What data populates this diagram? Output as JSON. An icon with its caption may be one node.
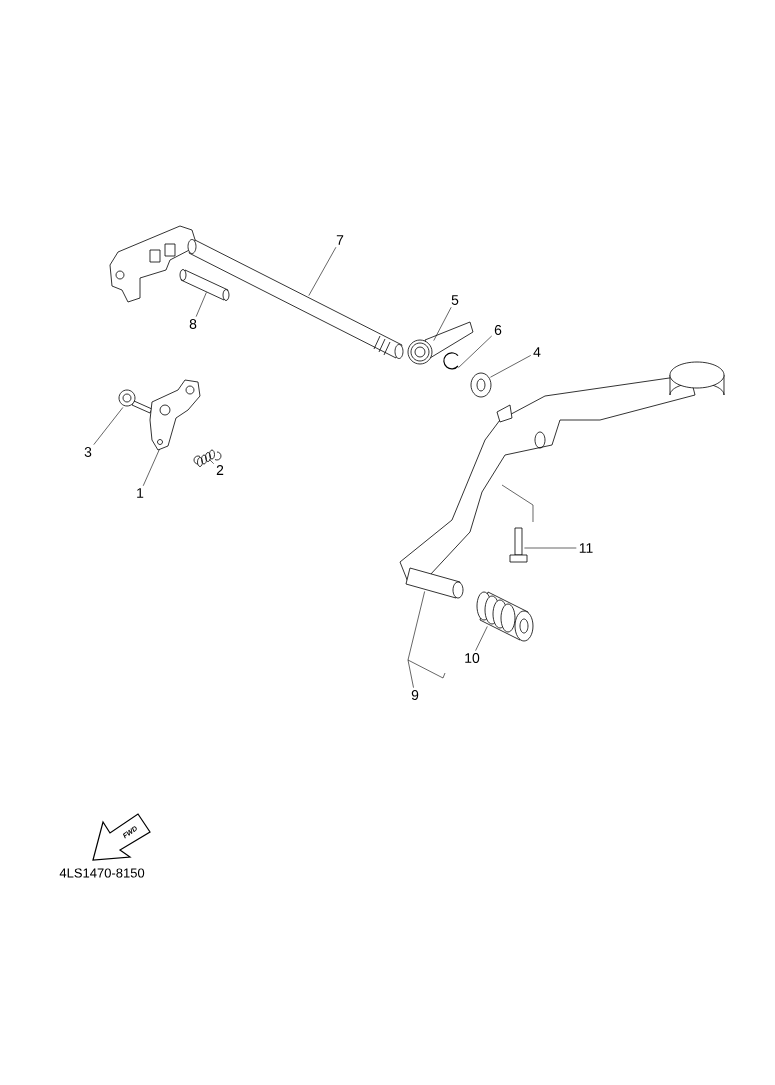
{
  "diagram": {
    "nodes": [
      {
        "text": [
          "7"
        ]
      },
      {
        "text": [],
        "shape": "picture"
      },
      {
        "text": [
          "8"
        ]
      },
      {
        "text": [],
        "shape": "picture"
      },
      {
        "text": [
          "5"
        ]
      },
      {
        "text": [],
        "shape": "picture"
      },
      {
        "text": [
          "6"
        ]
      },
      {
        "text": [],
        "shape": "picture"
      },
      {
        "text": [
          "4"
        ]
      },
      {
        "text": [],
        "shape": "picture"
      },
      {
        "text": [
          "3"
        ]
      },
      {
        "text": [],
        "shape": "picture"
      },
      {
        "text": [
          "1"
        ]
      },
      {
        "text": [],
        "shape": "picture"
      },
      {
        "text": [
          "2"
        ]
      },
      {
        "text": [],
        "shape": "picture"
      },
      {
        "text": [
          "11"
        ]
      },
      {
        "text": [],
        "shape": "picture"
      },
      {
        "text": [
          "9"
        ]
      },
      {
        "text": [],
        "shape": "picture"
      },
      {
        "text": [
          "10"
        ]
      },
      {
        "text": [],
        "shape": "picture"
      }
    ],
    "edges": [
      {
        "from": 0,
        "to": 1,
        "arrow": "none"
      },
      {
        "from": 2,
        "to": 3,
        "arrow": "none"
      },
      {
        "from": 4,
        "to": 5,
        "arrow": "none"
      },
      {
        "from": 6,
        "to": 7,
        "arrow": "none"
      },
      {
        "from": 8,
        "to": 9,
        "arrow": "none"
      },
      {
        "from": 10,
        "to": 11,
        "arrow": "none"
      },
      {
        "from": 12,
        "to": 13,
        "arrow": "none"
      },
      {
        "from": 14,
        "to": 15,
        "arrow": "none"
      },
      {
        "from": 16,
        "to": 17,
        "arrow": "none"
      },
      {
        "from": 18,
        "to": 19,
        "arrow": "none"
      },
      {
        "from": 20,
        "to": 21,
        "arrow": "none"
      }
    ],
    "labels": [
      "FWD",
      "4LS1470-8150"
    ]
  }
}
